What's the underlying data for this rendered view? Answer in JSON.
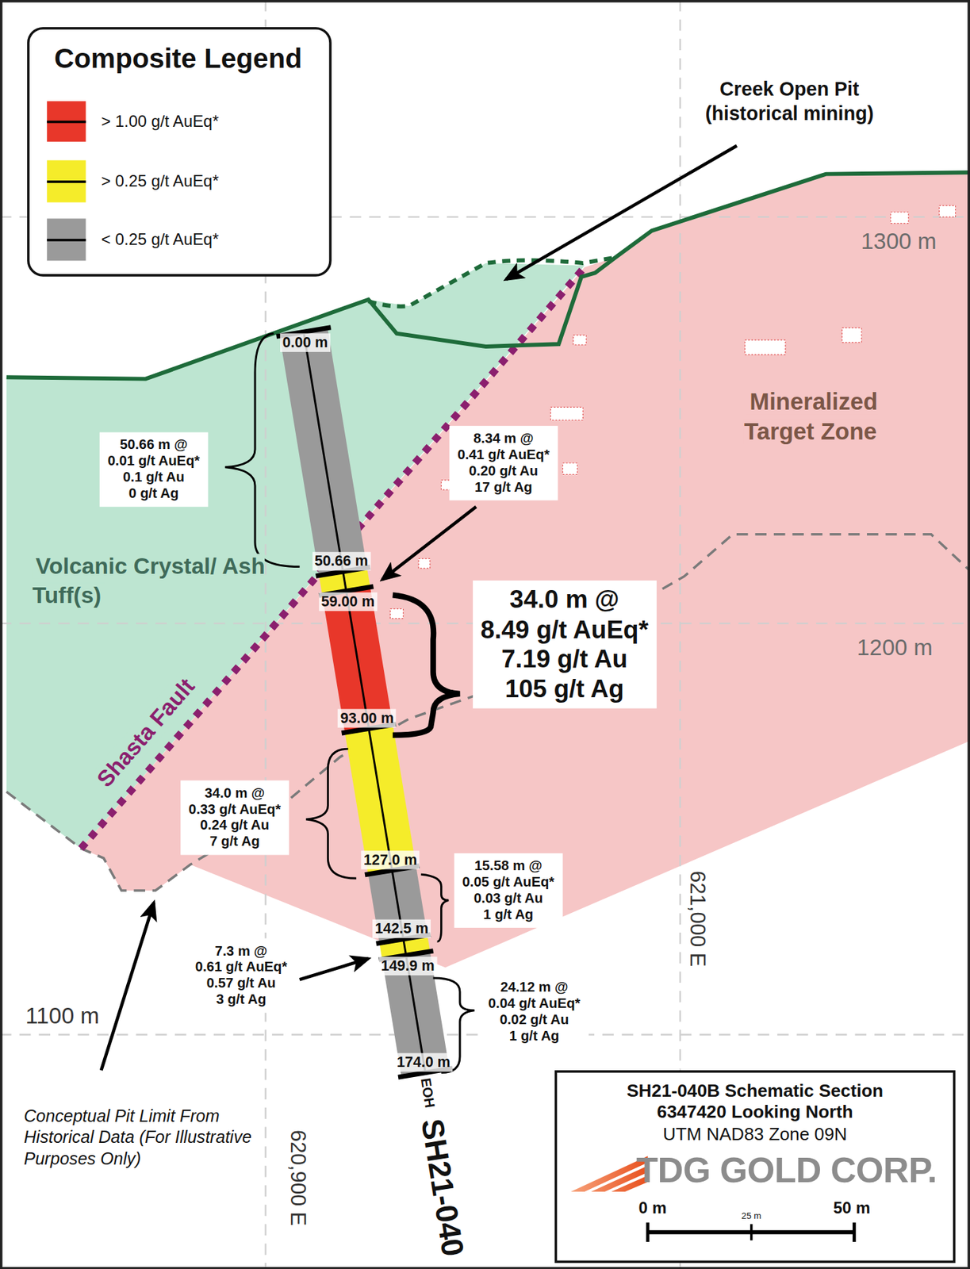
{
  "diagram": {
    "nodes": [
      {
        "text": [
          "Volcanic Crystal/ Ash Tuff(s)"
        ]
      },
      {
        "text": [
          "50.66 m @",
          "0.01 g/t AuEq*",
          "0.1 g/t Au",
          "0 g/t Ag"
        ]
      },
      {
        "text": [
          "8.34 m @",
          "0.41 g/t AuEq*",
          "0.20 g/t Au",
          "17 g/t Ag"
        ]
      },
      {
        "text": [
          "Mineralized Target Zone"
        ]
      },
      {
        "text": [
          "34.0 m @",
          "8.49 g/t AuEq*",
          "7.19 g/t Au",
          "105 g/t Ag"
        ]
      },
      {
        "text": [
          "34.0 m @",
          "0.33 g/t AuEq*",
          "0.24 g/t Au",
          "7 g/t Ag"
        ]
      },
      {
        "text": [
          "15.58 m @",
          "0.05 g/t AuEq*",
          "0.03 g/t Au",
          "1 g/t Ag"
        ]
      },
      {
        "text": [
          "7.3 m @",
          "0.61 g/t AuEq*",
          "0.57 g/t Au",
          "3 g/t Ag"
        ]
      },
      {
        "text": [
          "24.12 m @",
          "0.04 g/t AuEq*",
          "0.02 g/t Au",
          "1 g/t Ag"
        ]
      },
      {
        "text": [
          "SH21-040B Schematic Section",
          "6347420 Looking North",
          "UTM NAD83 Zone 09N",
          "TDG GOLD CORP."
        ]
      }
    ],
    "labels": [
      "Composite Legend",
      "Creek Open Pit (historical mining)",
      "1300 m",
      "1200 m",
      "1100 m",
      "Shasta Fault",
      "0.00 m",
      "50.66 m",
      "59.00 m",
      "93.00 m",
      "127.0 m",
      "142.5 m",
      "149.9 m",
      "174.0 m",
      "EOH",
      "SH21-040",
      "621,000 E",
      "620,900 E",
      "Conceptual Pit Limit From Historical Data (For Illustrative Purposes Only)",
      "0 m",
      "25 m",
      "50 m"
    ],
    "legend": [
      {
        "text": "> 1.00 g/t AuEq*",
        "color": "#e8372a"
      },
      {
        "text": "> 0.25 g/t AuEq*",
        "color": "#f5ec2a"
      },
      {
        "text": "< 0.25 g/t AuEq*",
        "color": "#9a9a9a"
      }
    ]
  }
}
